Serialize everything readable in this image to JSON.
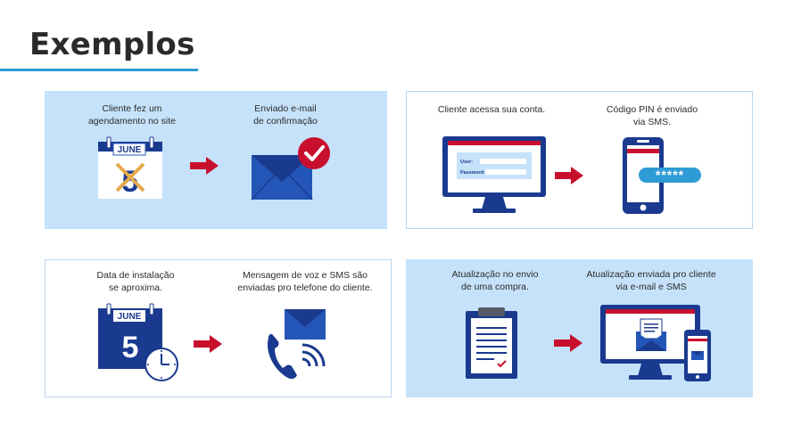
{
  "page": {
    "title": "Exemplos"
  },
  "examples": [
    {
      "step1": "Cliente fez um\nagendamento no site",
      "step2": "Enviado e-mail\nde confirmação",
      "calendar_month": "JUNE",
      "calendar_day": "5"
    },
    {
      "step1": "Cliente acessa sua conta.",
      "step2": "Código PIN é enviado\nvia SMS.",
      "login_user_label": "User:",
      "login_password_label": "Password:",
      "pin_mask": "*****"
    },
    {
      "step1": "Data de instalação\nse aproxima.",
      "step2": "Mensagem de voz e SMS são\nenviadas pro telefone do cliente.",
      "calendar_month": "JUNE",
      "calendar_day": "5"
    },
    {
      "step1": "Atualização no envio\nde uma compra.",
      "step2": "Atualização enviada pro cliente\nvia e-mail e SMS"
    }
  ],
  "colors": {
    "accent_blue": "#2e9bd6",
    "navy": "#1a3a8f",
    "brand_blue": "#2456b8",
    "arrow_red": "#c8102e",
    "panel_fill": "#c6e2fa"
  },
  "icons": [
    "calendar-icon",
    "arrow-right-icon",
    "envelope-check-icon",
    "monitor-login-icon",
    "phone-pin-icon",
    "calendar-clock-icon",
    "voice-sms-icon",
    "clipboard-icon",
    "monitor-phone-update-icon"
  ]
}
